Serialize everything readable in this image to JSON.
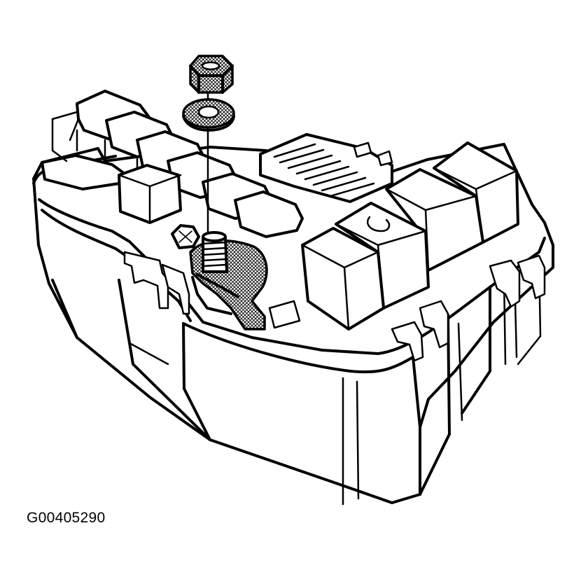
{
  "figure": {
    "id_label": "G00405290"
  },
  "colors": {
    "ink": "#000000",
    "paper": "#ffffff"
  },
  "parts": [
    {
      "name": "nut",
      "icon": "hex-nut-icon"
    },
    {
      "name": "washer",
      "icon": "washer-icon"
    },
    {
      "name": "stud",
      "icon": "threaded-stud-icon"
    },
    {
      "name": "terminal",
      "icon": "battery-cable-terminal-icon"
    },
    {
      "name": "relays",
      "icon": "relay-block-icon"
    },
    {
      "name": "fuse-box",
      "icon": "fuse-relay-box-icon"
    }
  ]
}
